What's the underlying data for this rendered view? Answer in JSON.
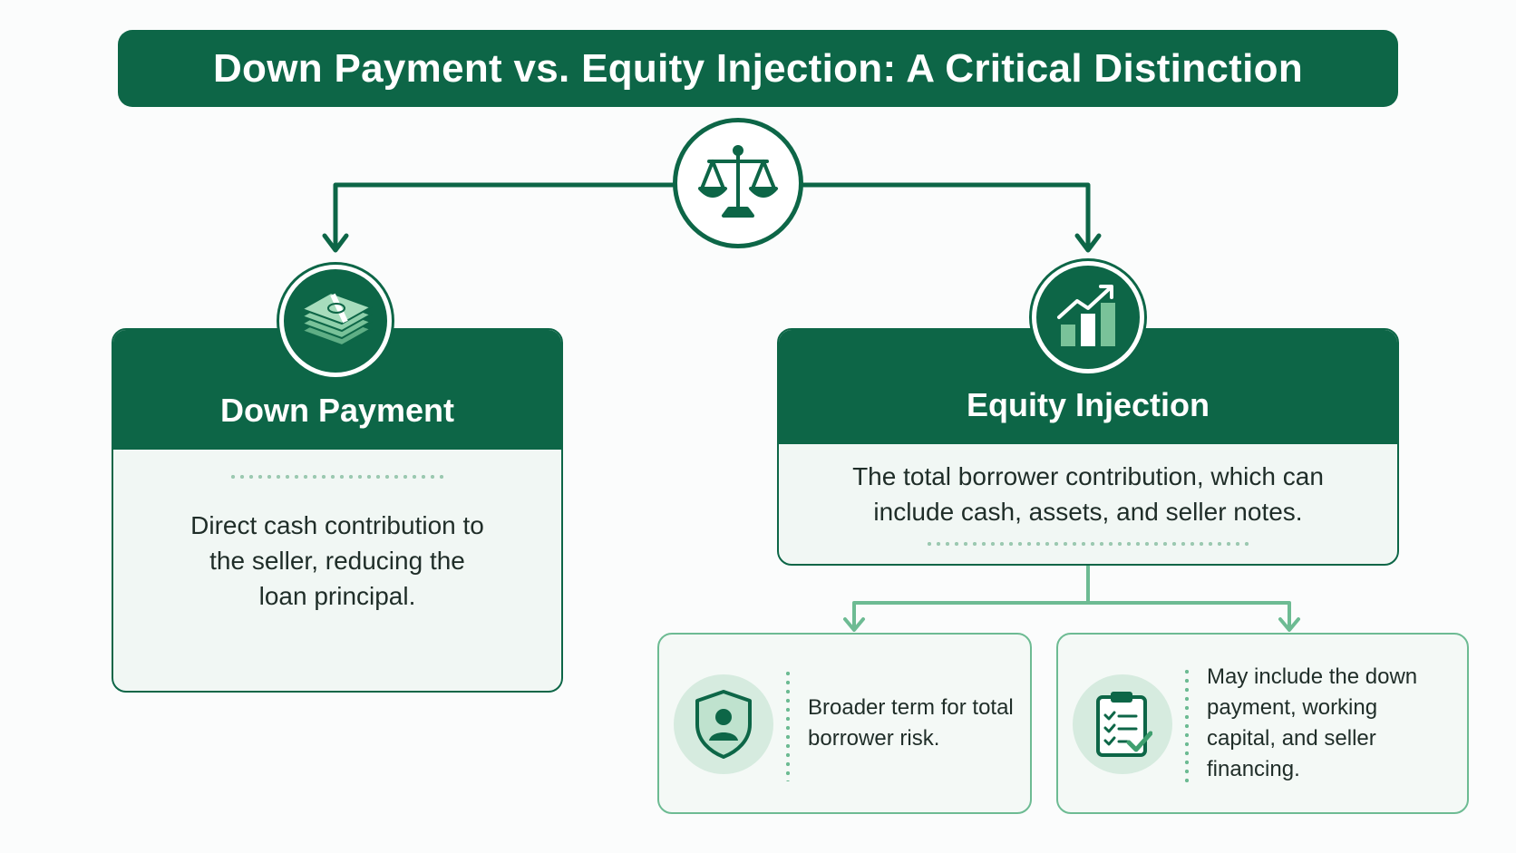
{
  "title": "Down Payment vs. Equity Injection: A Critical Distinction",
  "icons": {
    "center": "balance-scale-icon",
    "down_payment": "cash-stack-icon",
    "equity_injection": "growth-chart-icon",
    "risk": "shield-person-icon",
    "components": "clipboard-checklist-icon"
  },
  "down_payment": {
    "heading": "Down Payment",
    "description": "Direct cash contribution to the seller, reducing the loan principal."
  },
  "equity_injection": {
    "heading": "Equity Injection",
    "description": "The total borrower contribution, which can include cash, assets, and seller notes."
  },
  "details": [
    {
      "text": "Broader term for total borrower risk."
    },
    {
      "text": "May include the down payment, working capital, and seller financing."
    }
  ],
  "colors": {
    "primary": "#0d6647",
    "accent": "#6dbb93",
    "light": "#f1f7f4"
  }
}
